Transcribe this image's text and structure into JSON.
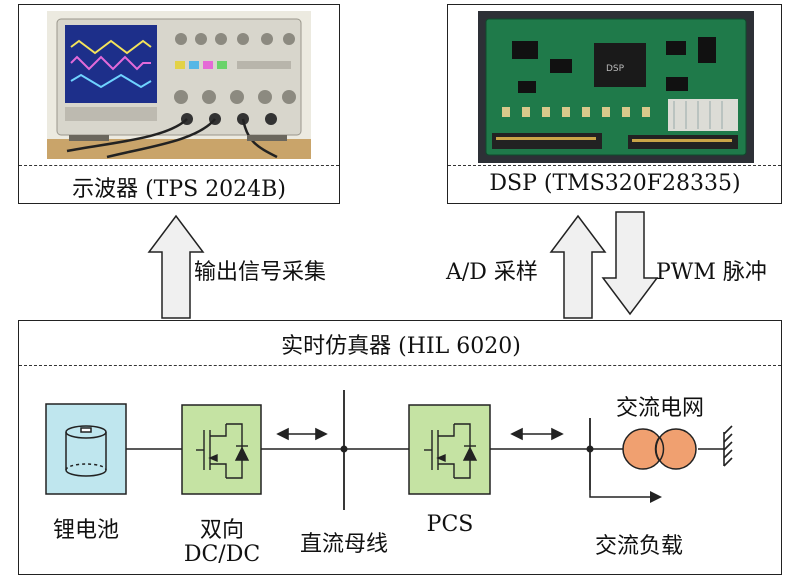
{
  "oscilloscope": {
    "label": "示波器 (TPS 2024B)"
  },
  "dsp": {
    "label": "DSP (TMS320F28335)"
  },
  "arrows": {
    "output_signal": "输出信号采集",
    "ad_sampling": "A/D 采样",
    "pwm": "PWM 脉冲"
  },
  "hil": {
    "title": "实时仿真器 (HIL 6020)",
    "battery": "锂电池",
    "bidirectional_line1": "双向",
    "bidirectional_line2": "DC/DC",
    "dc_bus": "直流母线",
    "pcs": "PCS",
    "ac_grid": "交流电网",
    "ac_load": "交流负载"
  },
  "colors": {
    "converter_fill": "#c5e3a3",
    "battery_fill": "#bfe6ee",
    "transformer_fill": "#f0a070",
    "arrow_fill": "#f0f0f0"
  }
}
